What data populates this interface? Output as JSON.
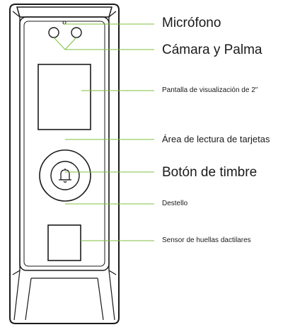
{
  "labels": {
    "microphone": "Micrófono",
    "camera_palm": "Cámara y Palma",
    "display": "Pantalla de visualización de 2\"",
    "card_reading_area": "Área de lectura de tarjetas",
    "doorbell_button": "Botón de timbre",
    "flash": "Destello",
    "fingerprint_sensor": "Sensor de huellas dactilares"
  },
  "colors": {
    "device_outline": "#1a1a1a",
    "leader_line": "#7fbf3f",
    "background": "#ffffff"
  },
  "icons": {
    "doorbell": "bell-icon"
  }
}
